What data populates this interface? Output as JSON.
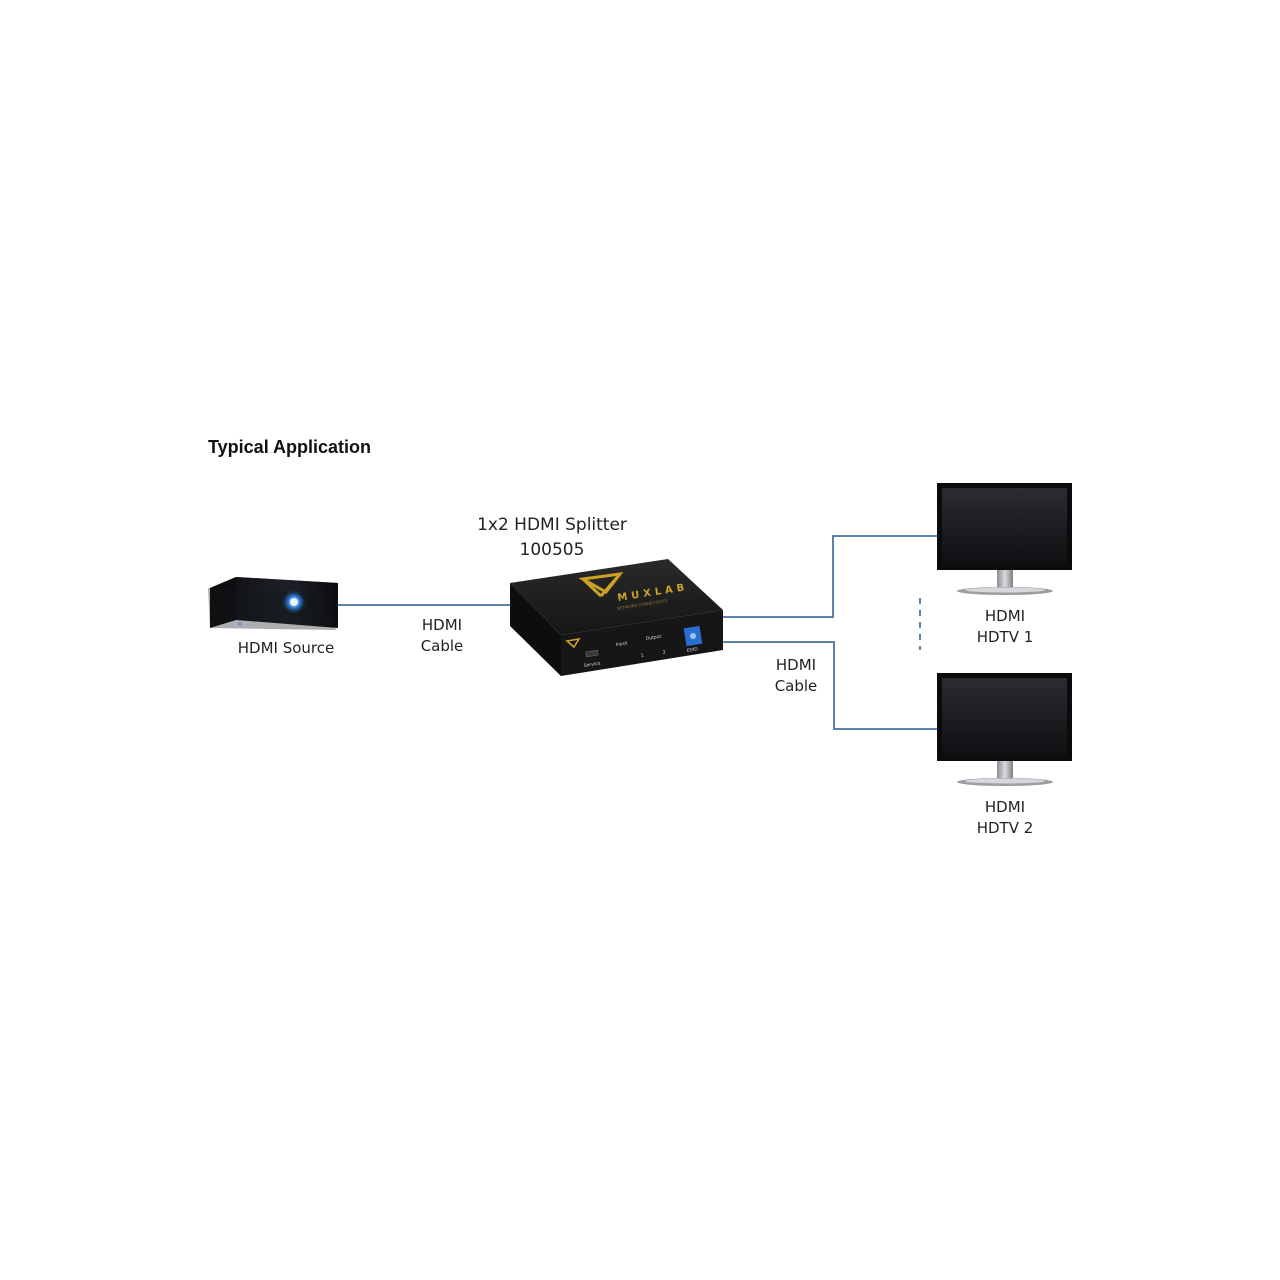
{
  "heading": "Typical Application",
  "splitter": {
    "name": "1x2 HDMI Splitter",
    "model": "100505",
    "brand": "MUXLAB",
    "tagline": "NETWORK CONNECTIVITY",
    "port_labels": {
      "service": "Service",
      "input": "Input",
      "output": "Output",
      "output_1": "1",
      "output_2": "2",
      "edid": "EDID"
    }
  },
  "source": {
    "label": "HDMI Source"
  },
  "cable_in": {
    "line1": "HDMI",
    "line2": "Cable"
  },
  "cable_out": {
    "line1": "HDMI",
    "line2": "Cable"
  },
  "hdtv1": {
    "line1": "HDMI",
    "line2": "HDTV 1"
  },
  "hdtv2": {
    "line1": "HDMI",
    "line2": "HDTV 2"
  },
  "colors": {
    "cable": "#5b82a8",
    "device_body": "#1b1b1b",
    "logo_gold": "#c9a227",
    "led_blue": "#2f7fd6",
    "edid_blue": "#2a6fd0"
  },
  "icons": [
    "hdmi-source-box-icon",
    "hdmi-splitter-device-icon",
    "hdtv-monitor-icon"
  ]
}
